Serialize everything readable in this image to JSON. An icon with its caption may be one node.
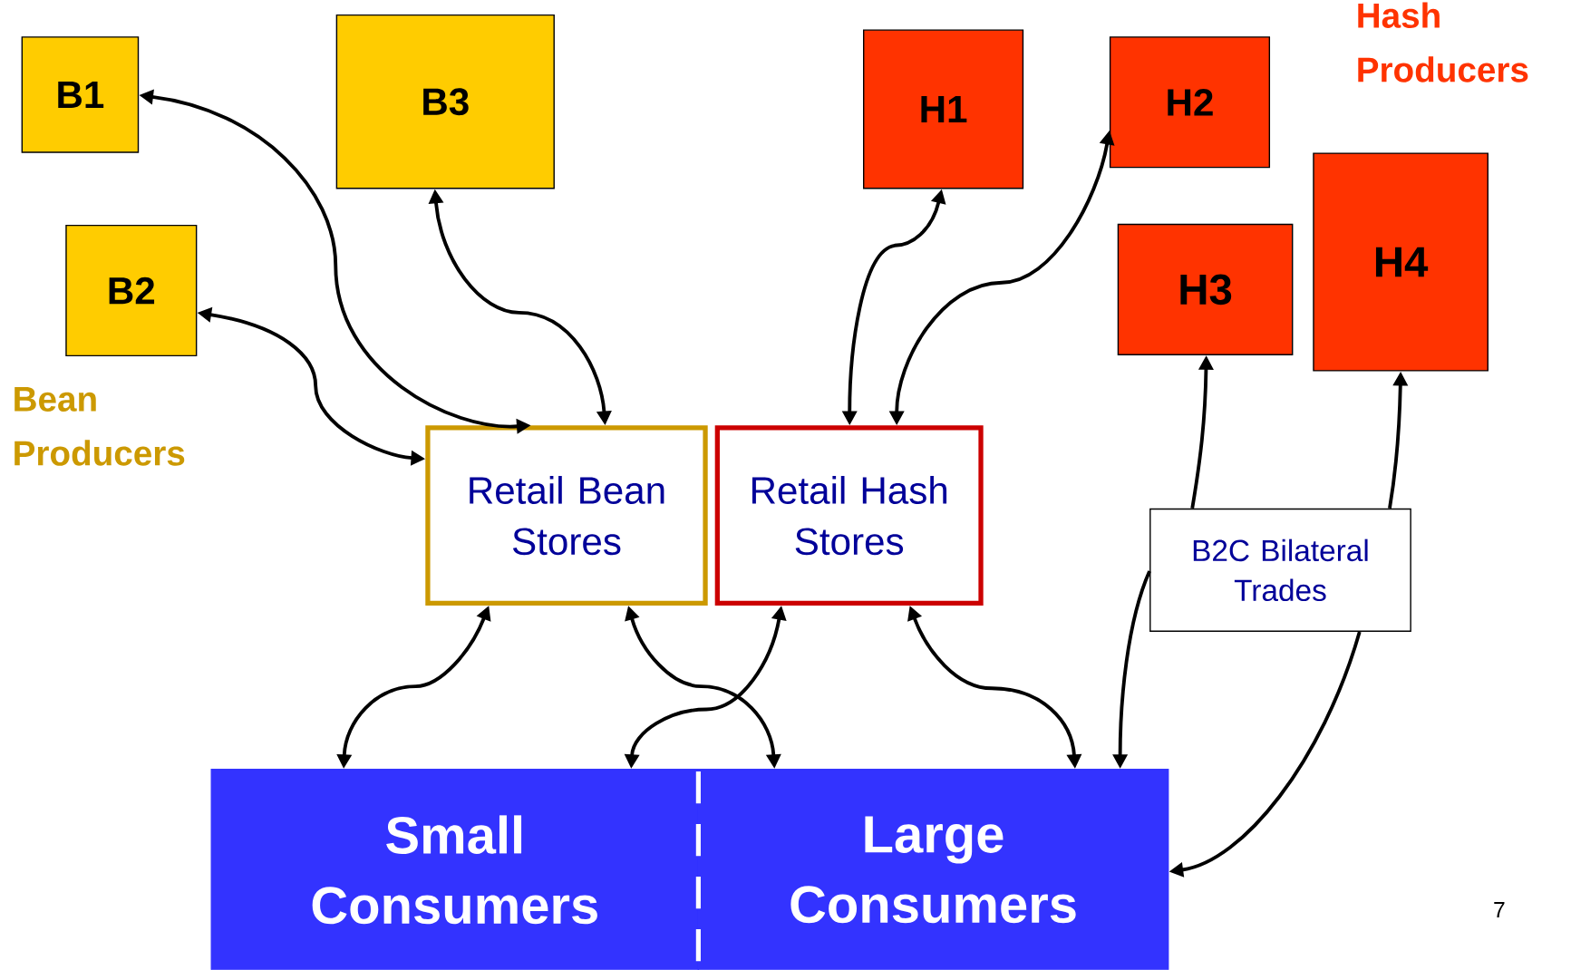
{
  "diagram": {
    "nodes": [
      {
        "text": [
          "B1"
        ]
      },
      {
        "text": [
          "B3"
        ]
      },
      {
        "text": [
          "B2"
        ]
      },
      {
        "text": [
          "H1"
        ]
      },
      {
        "text": [
          "H2"
        ]
      },
      {
        "text": [
          "H3"
        ]
      },
      {
        "text": [
          "H4"
        ]
      },
      {
        "text": [
          "Retail Bean Stores"
        ]
      },
      {
        "text": [
          "Retail Hash Stores"
        ]
      },
      {
        "text": [
          "B2C Bilateral Trades"
        ]
      },
      {
        "text": [
          "Small Consumers"
        ]
      },
      {
        "text": [
          "Large Consumers"
        ]
      }
    ],
    "edges": [
      {
        "from": 0,
        "to": 7,
        "arrow": "both"
      },
      {
        "from": 2,
        "to": 7,
        "arrow": "both"
      },
      {
        "from": 1,
        "to": 7,
        "arrow": "both"
      },
      {
        "from": 3,
        "to": 8,
        "arrow": "both"
      },
      {
        "from": 4,
        "to": 8,
        "arrow": "both"
      },
      {
        "from": 7,
        "to": 10,
        "arrow": "both"
      },
      {
        "from": 7,
        "to": 11,
        "arrow": "both"
      },
      {
        "from": 8,
        "to": 10,
        "arrow": "both"
      },
      {
        "from": 8,
        "to": 11,
        "arrow": "both"
      },
      {
        "from": 9,
        "to": 5,
        "arrow": "to"
      },
      {
        "from": 9,
        "to": 6,
        "arrow": "to"
      },
      {
        "from": 9,
        "to": 11,
        "arrow": "to"
      },
      {
        "from": 9,
        "to": 11,
        "arrow": "to"
      }
    ],
    "labels": [
      "Bean Producers",
      "Hash Producers",
      "7"
    ]
  }
}
